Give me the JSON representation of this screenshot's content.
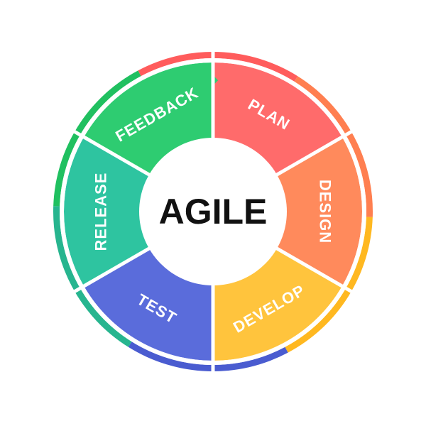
{
  "diagram": {
    "center_label": "AGILE",
    "colors": {
      "separator": "#ffffff",
      "center_fill": "#ffffff",
      "center_text": "#111111"
    },
    "segments": [
      {
        "label": "PLAN",
        "color": "#FF6B6B",
        "outer_color": "#FF5C5C"
      },
      {
        "label": "DESIGN",
        "color": "#FF8A5C",
        "outer_color": "#FF7F50"
      },
      {
        "label": "DEVELOP",
        "color": "#FFC43D",
        "outer_color": "#FFB820"
      },
      {
        "label": "TEST",
        "color": "#5A6CDB",
        "outer_color": "#4A5CD0"
      },
      {
        "label": "RELEASE",
        "color": "#2EC4A0",
        "outer_color": "#27B58F"
      },
      {
        "label": "FEEDBACK",
        "color": "#2ECC71",
        "outer_color": "#20C060"
      }
    ]
  }
}
